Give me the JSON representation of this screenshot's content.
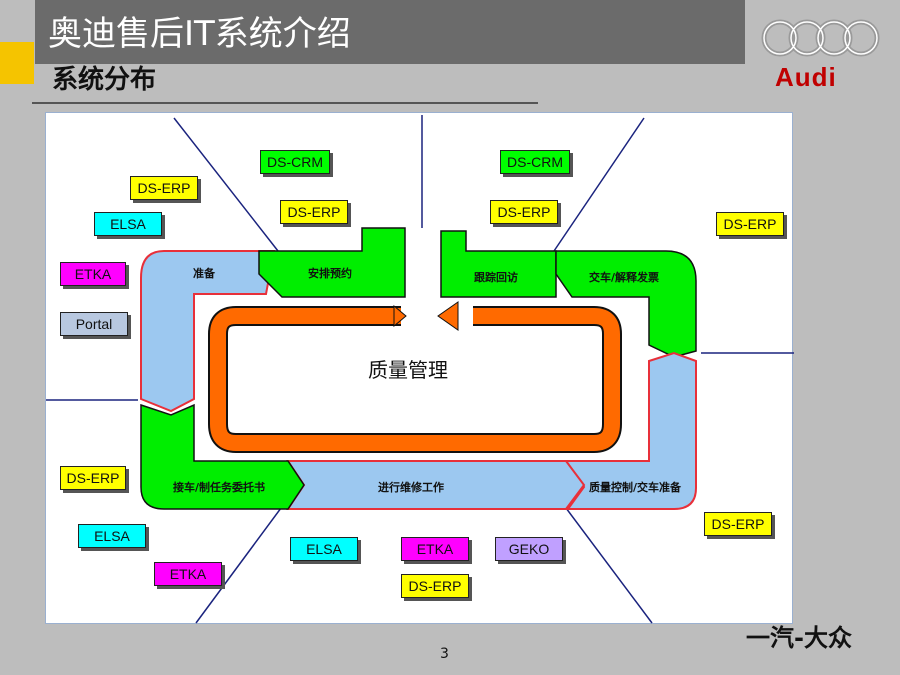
{
  "header": {
    "title": "奥迪售后IT系统介绍",
    "subtitle": "系统分布"
  },
  "logo": {
    "text": "Audi",
    "icon": "four-rings-icon"
  },
  "diagram": {
    "center_label": "质量管理",
    "stages": [
      "准备",
      "安排预约",
      "跟踪回访",
      "交车/解释发票",
      "质量控制/交车准备",
      "进行维修工作",
      "接车/制任务委托书"
    ],
    "systems": [
      "DS-CRM",
      "DS-ERP",
      "DS-CRM",
      "DS-ERP",
      "DS-ERP",
      "ELSA",
      "ETKA",
      "Portal",
      "DS-ERP",
      "DS-ERP",
      "ELSA",
      "ETKA",
      "ELSA",
      "ETKA",
      "GEKO",
      "DS-ERP",
      "DS-ERP"
    ]
  },
  "colors": {
    "title_bar": "#6b6b6b",
    "accent_yellow": "#f5c400",
    "stage_green": "#00ee00",
    "stage_blue": "#9cc8f0",
    "quality_orange": "#ff6a00",
    "sys_yellow": "#ffff00",
    "sys_cyan": "#00ffff",
    "sys_magenta": "#ff00ff",
    "sys_green": "#00ff00",
    "sys_lavender": "#c0a0ff",
    "sys_grey_blue": "#b8c8e0",
    "brand_red": "#c00000"
  },
  "footer": {
    "brand": "一汽-大众",
    "page": "3"
  }
}
